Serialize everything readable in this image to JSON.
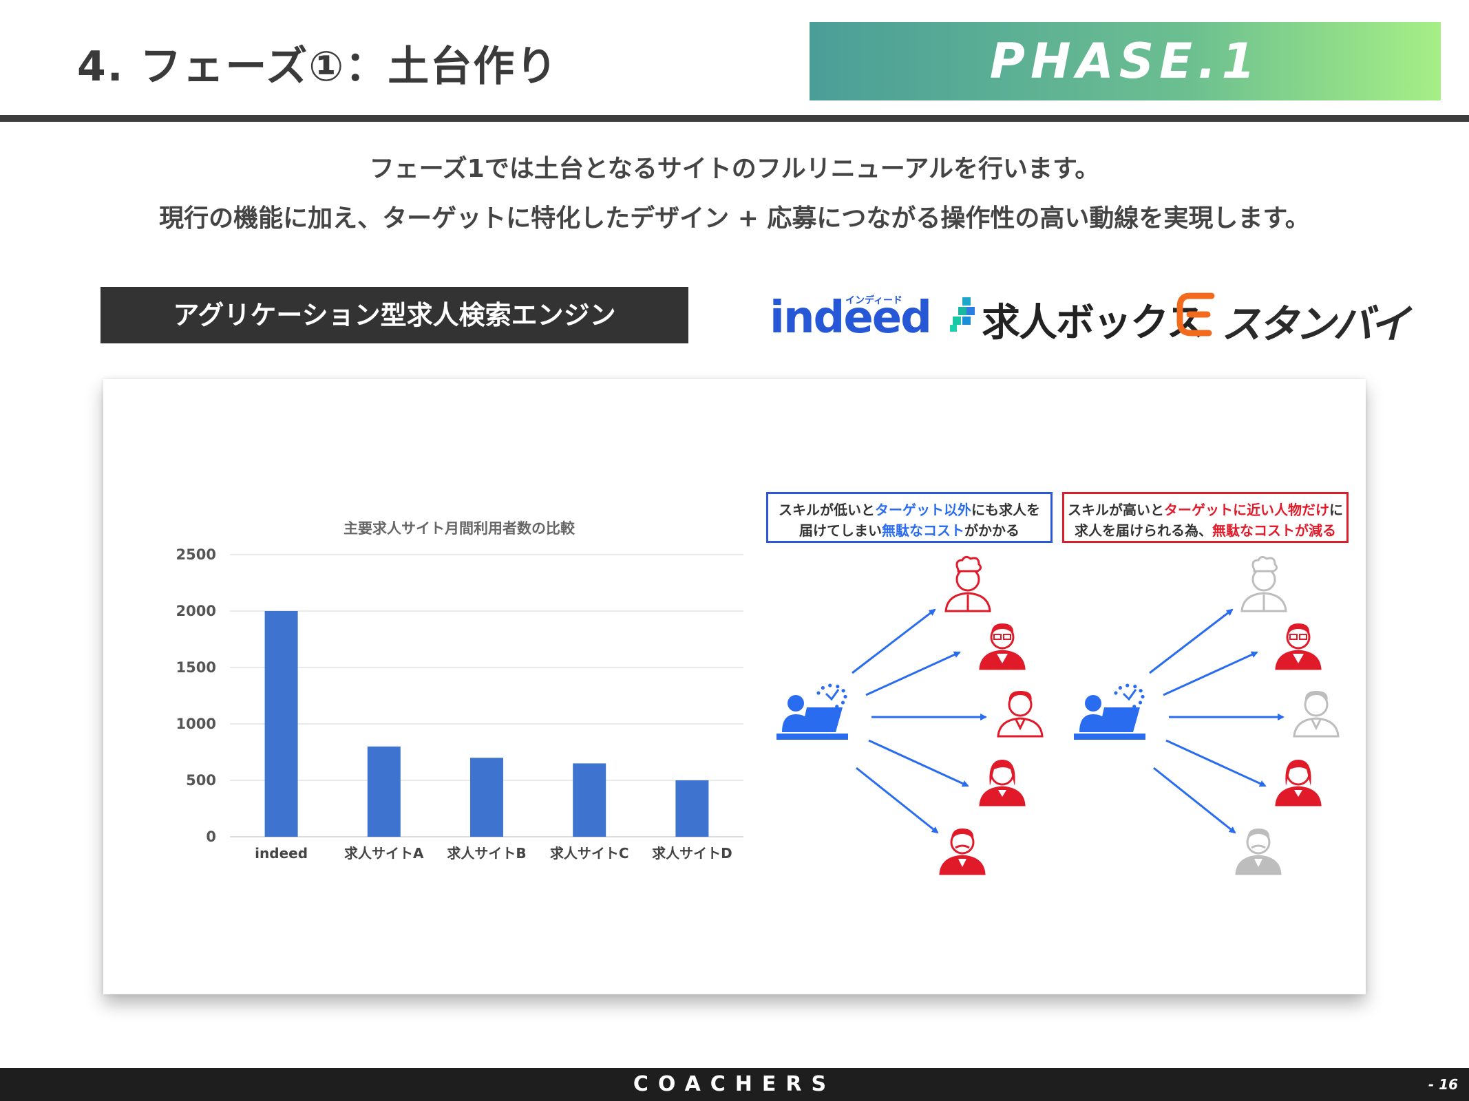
{
  "header": {
    "title": "4. フェーズ①：土台作り",
    "phase_label": "PHASE.1"
  },
  "intro": {
    "line1": "フェーズ1では土台となるサイトのフルリニューアルを行います。",
    "line2": "現行の機能に加え、ターゲットに特化したデザイン + 応募につながる操作性の高い動線を実現します。"
  },
  "section": {
    "label": "アグリケーション型求人検索エンジン"
  },
  "logos": {
    "indeed": "indeed",
    "indeed_ruby": "インディード",
    "kyujin_box": "求人ボックス",
    "stanby": "スタンバイ"
  },
  "chart_data": {
    "type": "bar",
    "title": "主要求人サイト月間利用者数の比較",
    "categories": [
      "indeed",
      "求人サイトA",
      "求人サイトB",
      "求人サイトC",
      "求人サイトD"
    ],
    "values": [
      2000,
      800,
      700,
      650,
      500
    ],
    "yticks": [
      0,
      500,
      1000,
      1500,
      2000,
      2500
    ],
    "ylim": [
      0,
      2500
    ],
    "grid": true,
    "color": "#3e74d0"
  },
  "notes": {
    "left": {
      "p1": "スキルが低いと",
      "h1": "ターゲット以外",
      "p2": "にも求人を",
      "p3": "届けてしまい",
      "h2": "無駄なコスト",
      "p4": "がかかる"
    },
    "right": {
      "p1": "スキルが高いと",
      "h1": "ターゲットに近い人物だけ",
      "p2": "に",
      "p3": "求人を届けられる為、",
      "h2": "無駄なコストが減る"
    }
  },
  "diagram_colors": {
    "sender": "#2a6cf0",
    "target": "#e11a2a",
    "non_target": "#bdbdbd",
    "arrow": "#2a6cf0"
  },
  "footer": {
    "brand": "COACHERS",
    "page": "- 16"
  }
}
